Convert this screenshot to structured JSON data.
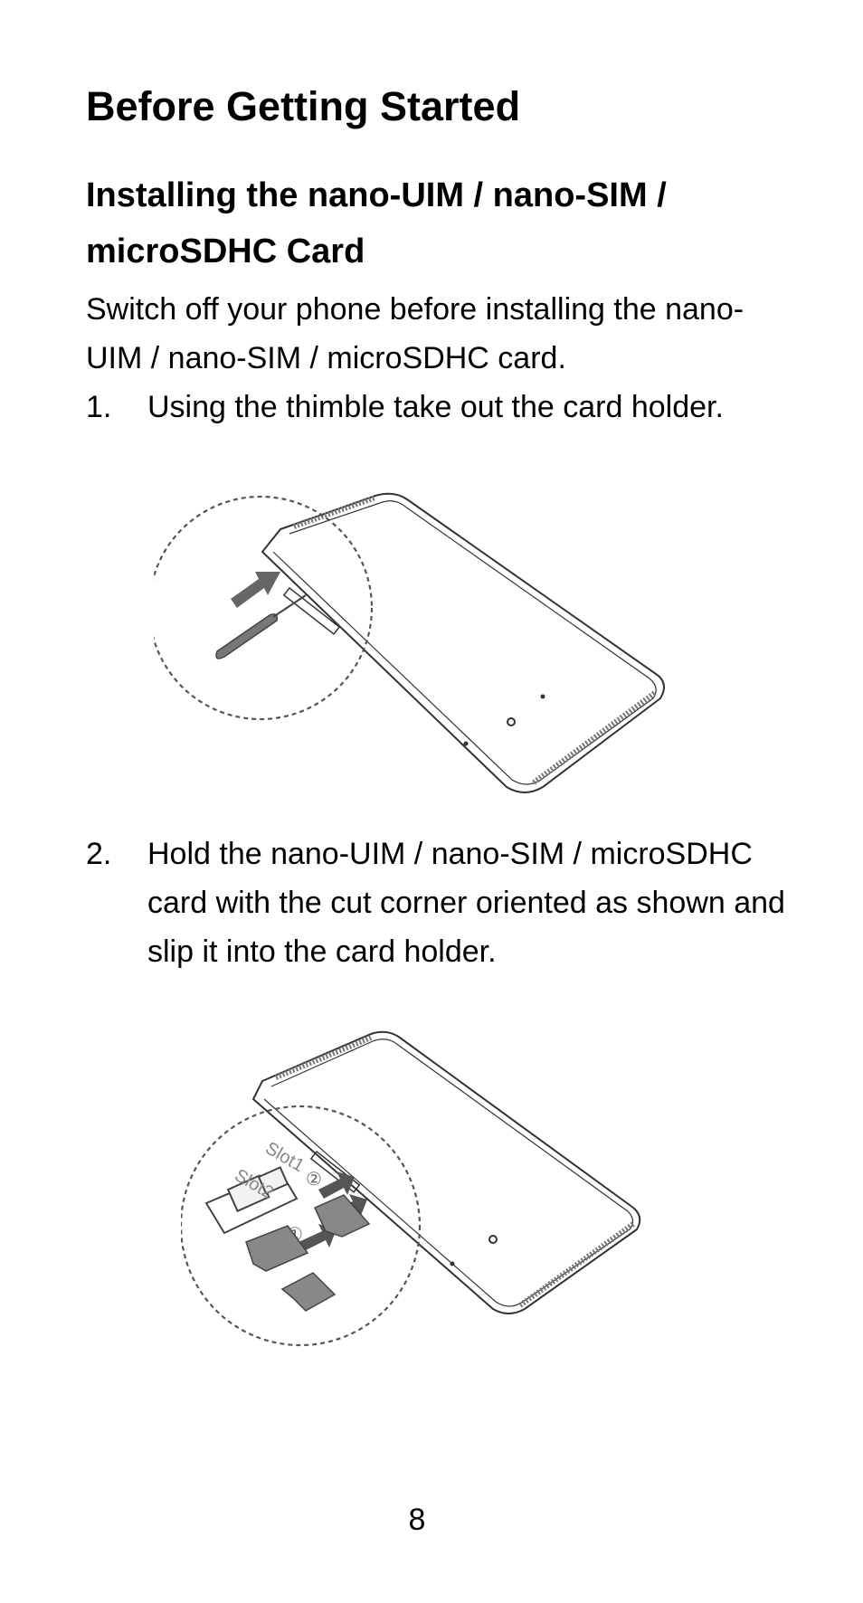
{
  "heading": "Before Getting Started",
  "subheading": "Installing the nano-UIM / nano-SIM / microSDHC Card",
  "intro": "Switch off your phone before installing the nano-UIM / nano-SIM / microSDHC card.",
  "steps": [
    {
      "num": "1.",
      "text": "Using the thimble take out the card holder."
    },
    {
      "num": "2.",
      "text": "Hold the nano-UIM / nano-SIM / microSDHC card with the cut corner oriented as shown and slip it into the card holder."
    }
  ],
  "figure2_labels": {
    "slot1": "Slot1",
    "slot2": "Slot2",
    "marker1": "①",
    "marker2": "②"
  },
  "page_number": "8"
}
